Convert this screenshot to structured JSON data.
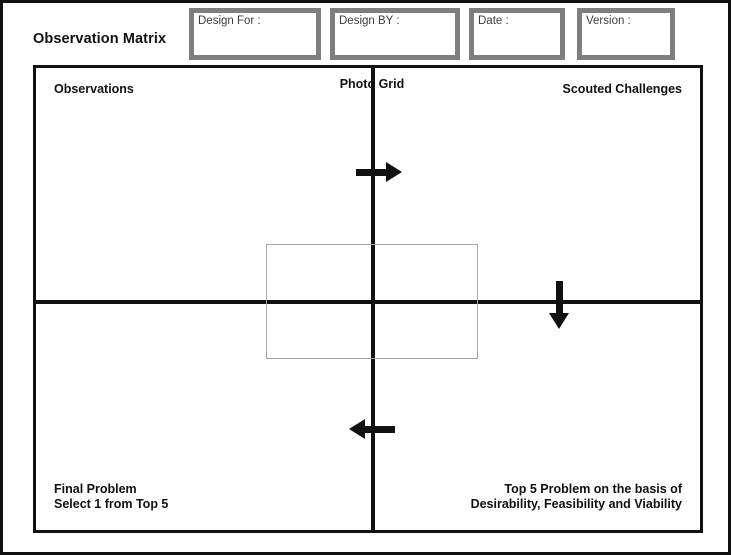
{
  "document": {
    "title": "Observation Matrix"
  },
  "header": {
    "meta_fields": [
      {
        "label": "Design For :",
        "value": ""
      },
      {
        "label": "Design BY :",
        "value": ""
      },
      {
        "label": "Date :",
        "value": ""
      },
      {
        "label": "Version :",
        "value": ""
      }
    ]
  },
  "matrix": {
    "quadrants": [
      {
        "id": "top-left",
        "label": "Observations"
      },
      {
        "id": "top-right",
        "label": "Scouted Challenges"
      },
      {
        "id": "bottom-left",
        "label_line1": "Final Problem",
        "label_line2": "Select 1 from Top 5"
      },
      {
        "id": "bottom-right",
        "label_line1": "Top 5 Problem on the basis of",
        "label_line2": "Desirability, Feasibility and Viability"
      }
    ],
    "photo_grid": {
      "label": "Photo Grid"
    },
    "flow_arrows": [
      {
        "id": "arrow-right",
        "direction": "right",
        "icon": "arrow-right-icon"
      },
      {
        "id": "arrow-down",
        "direction": "down",
        "icon": "arrow-down-icon"
      },
      {
        "id": "arrow-left",
        "direction": "left",
        "icon": "arrow-left-icon"
      }
    ]
  },
  "colors": {
    "frame": "#111111",
    "meta_box_border": "#7f7f7f",
    "photo_grid_border": "#a6a6a6",
    "background": "#ffffff",
    "text": "#111111"
  }
}
